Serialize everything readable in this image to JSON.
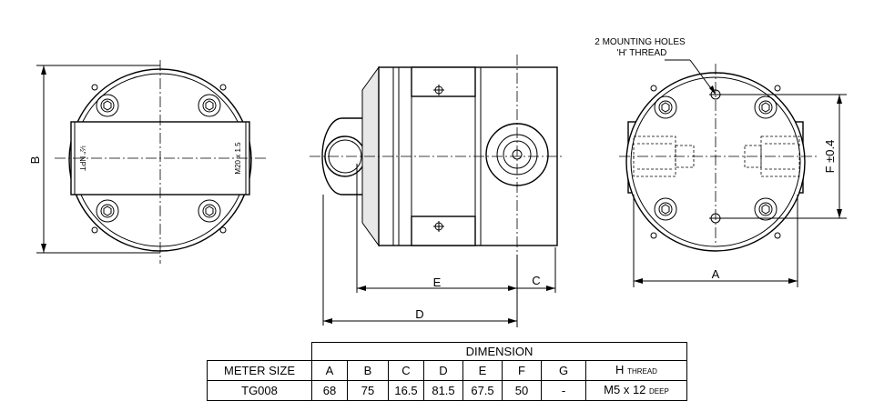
{
  "drawing": {
    "dimension_labels": {
      "a": "A",
      "b": "B",
      "c": "C",
      "d": "D",
      "e": "E",
      "f": "F ±0.4"
    },
    "mounting_note": {
      "line1": "2 MOUNTING HOLES",
      "line2": "'H' THREAD"
    },
    "port_labels": {
      "left": "½\" NPT",
      "right": "M20 x 1.5"
    }
  },
  "table": {
    "group_header": "DIMENSION",
    "columns": [
      "METER SIZE",
      "A",
      "B",
      "C",
      "D",
      "E",
      "F",
      "G",
      "H"
    ],
    "h_suffix": "THREAD",
    "rows": [
      {
        "cells": [
          "TG008",
          "68",
          "75",
          "16.5",
          "81.5",
          "67.5",
          "50",
          "-"
        ],
        "h_value": "M5 x 12",
        "h_suffix": "DEEP"
      }
    ]
  }
}
